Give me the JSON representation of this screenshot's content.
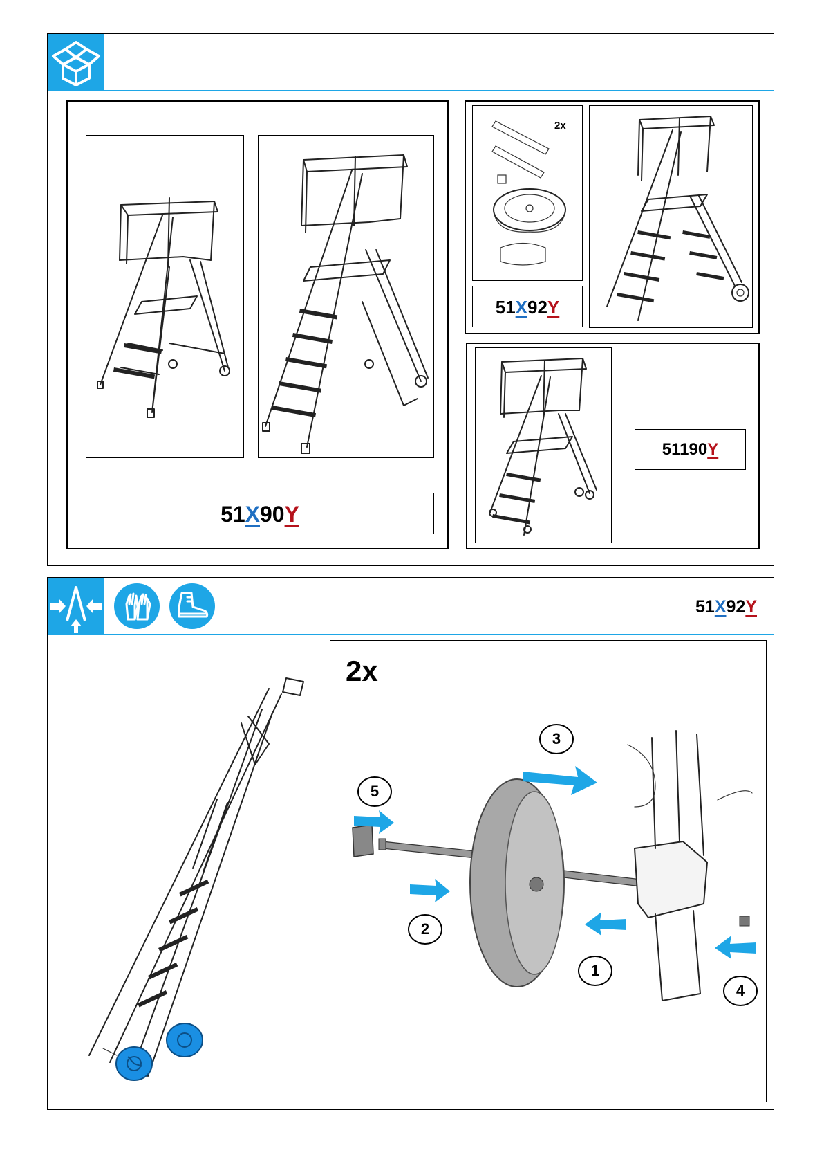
{
  "top_section": {
    "header_icon": "box-icon",
    "label_51X90Y": {
      "prefix": "51",
      "x": "X",
      "middle": "90",
      "y": "Y"
    },
    "kit_box": {
      "quantity_label": "2x",
      "label_51X92Y": {
        "prefix": "51",
        "x": "X",
        "middle": "92",
        "y": "Y"
      }
    },
    "label_51190Y": {
      "prefix": "51190",
      "y": "Y"
    }
  },
  "bottom_section": {
    "header_icons": [
      "assembly-icon",
      "gloves-icon",
      "safety-boot-icon"
    ],
    "header_code": {
      "prefix": "51",
      "x": "X",
      "middle": "92",
      "y": "Y"
    },
    "multiplier": "2x",
    "steps": [
      "1",
      "2",
      "3",
      "4",
      "5"
    ]
  },
  "colors": {
    "accent_blue": "#1ea6e6",
    "code_x_blue": "#1f6fc2",
    "code_y_red": "#b5121b",
    "wheel_blue": "#1a8fe3"
  }
}
